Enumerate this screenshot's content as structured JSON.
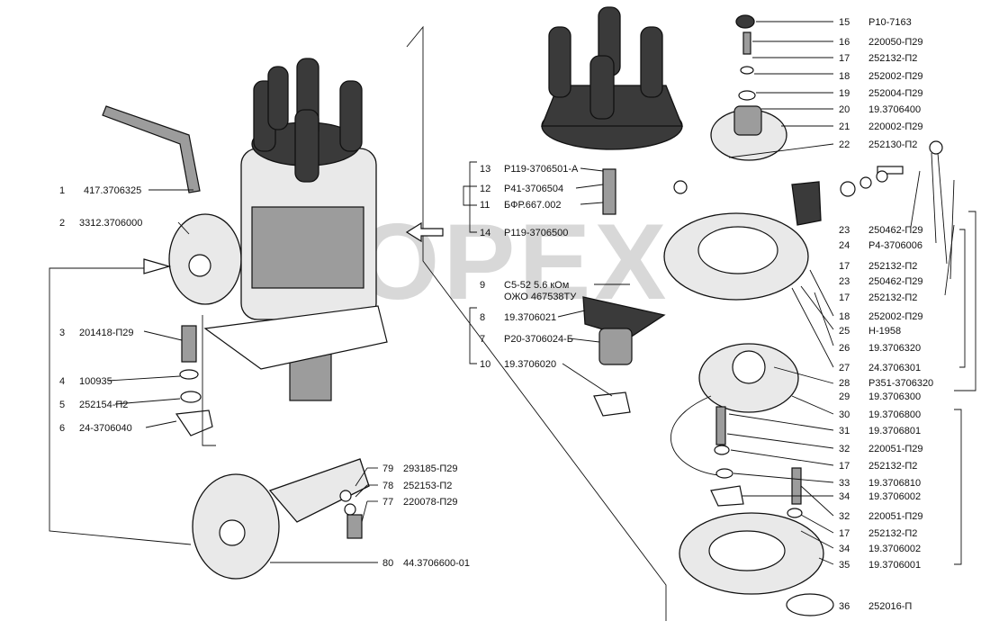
{
  "watermark": "OPEX",
  "labels": [
    {
      "n": "1",
      "code": "417.3706325"
    },
    {
      "n": "2",
      "code": "3312.3706000"
    },
    {
      "n": "3",
      "code": "201418-П29"
    },
    {
      "n": "4",
      "code": "100935"
    },
    {
      "n": "5",
      "code": "252154-П2"
    },
    {
      "n": "6",
      "code": "24-3706040"
    },
    {
      "n": "79",
      "code": "293185-П29"
    },
    {
      "n": "78",
      "code": "252153-П2"
    },
    {
      "n": "77",
      "code": "220078-П29"
    },
    {
      "n": "80",
      "code": "44.3706600-01"
    },
    {
      "n": "13",
      "code": "Р119-3706501-А"
    },
    {
      "n": "12",
      "code": "Р41-3706504"
    },
    {
      "n": "11",
      "code": "БФР.667.002"
    },
    {
      "n": "14",
      "code": "Р119-3706500"
    },
    {
      "n": "9",
      "code": "С5-52 5.6 кОм",
      "code2": "ОЖО 467538ТУ"
    },
    {
      "n": "8",
      "code": "19.3706021"
    },
    {
      "n": "7",
      "code": "Р20-3706024-Б"
    },
    {
      "n": "10",
      "code": "19.3706020"
    },
    {
      "n": "15",
      "code": "Р10-7163"
    },
    {
      "n": "16",
      "code": "220050-П29"
    },
    {
      "n": "17",
      "code": "252132-П2"
    },
    {
      "n": "18",
      "code": "252002-П29"
    },
    {
      "n": "19",
      "code": "252004-П29"
    },
    {
      "n": "20",
      "code": "19.3706400"
    },
    {
      "n": "21",
      "code": "220002-П29"
    },
    {
      "n": "22",
      "code": "252130-П2"
    },
    {
      "n": "23",
      "code": "250462-П29"
    },
    {
      "n": "24",
      "code": "Р4-3706006"
    },
    {
      "n": "17",
      "code": "252132-П2"
    },
    {
      "n": "23",
      "code": "250462-П29"
    },
    {
      "n": "17",
      "code": "252132-П2"
    },
    {
      "n": "18",
      "code": "252002-П29"
    },
    {
      "n": "25",
      "code": "Н-1958"
    },
    {
      "n": "26",
      "code": "19.3706320"
    },
    {
      "n": "27",
      "code": "24.3706301"
    },
    {
      "n": "28",
      "code": "Р351-3706320"
    },
    {
      "n": "29",
      "code": "19.3706300"
    },
    {
      "n": "30",
      "code": "19.3706800"
    },
    {
      "n": "31",
      "code": "19.3706801"
    },
    {
      "n": "32",
      "code": "220051-П29"
    },
    {
      "n": "17",
      "code": "252132-П2"
    },
    {
      "n": "33",
      "code": "19.3706810"
    },
    {
      "n": "34",
      "code": "19.3706002"
    },
    {
      "n": "32",
      "code": "220051-П29"
    },
    {
      "n": "17",
      "code": "252132-П2"
    },
    {
      "n": "34",
      "code": "19.3706002"
    },
    {
      "n": "35",
      "code": "19.3706001"
    },
    {
      "n": "36",
      "code": "252016-П"
    }
  ]
}
